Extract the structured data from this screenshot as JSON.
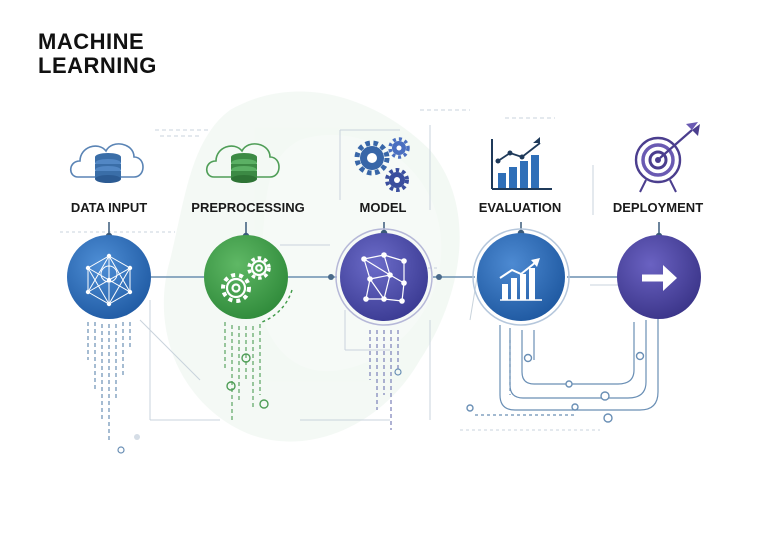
{
  "title": {
    "line1": "MACHINE",
    "line2": "LEARNING"
  },
  "stages": [
    {
      "label": "DATA INPUT",
      "top_icon": "cloud-database-icon",
      "circle_icon": "neural-network-icon",
      "color": "#2f6fb8"
    },
    {
      "label": "PREPROCESSING",
      "top_icon": "cloud-database-icon",
      "circle_icon": "gears-icon",
      "color": "#3f9a48"
    },
    {
      "label": "MODEL",
      "top_icon": "gears-icon",
      "circle_icon": "node-network-icon",
      "color": "#4a4aa8"
    },
    {
      "label": "EVALUATION",
      "top_icon": "bar-chart-icon",
      "circle_icon": "bar-chart-icon",
      "color": "#2b68b8"
    },
    {
      "label": "DEPLOYMENT",
      "top_icon": "target-icon",
      "circle_icon": "arrow-right-icon",
      "color": "#4b45a0"
    }
  ]
}
